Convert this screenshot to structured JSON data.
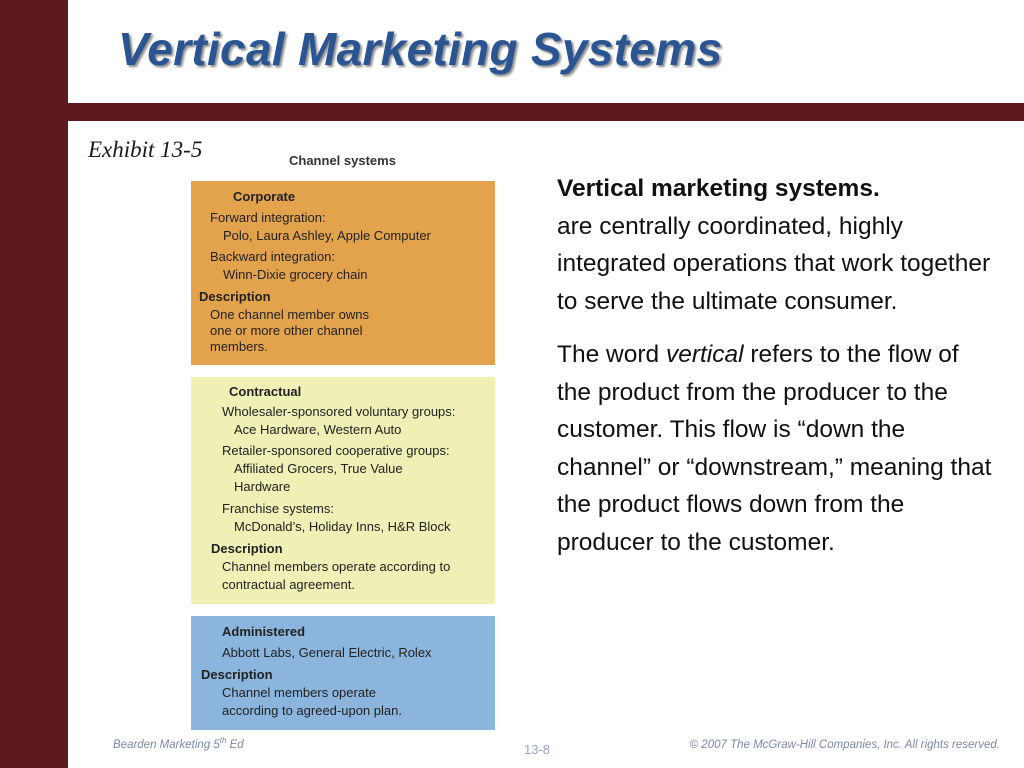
{
  "slide": {
    "title": "Vertical Marketing Systems",
    "colors": {
      "sidebar": "#5c1a1f",
      "title": "#2a5592",
      "corporate": "#e3a24c",
      "contractual": "#eff0b5",
      "administered": "#8bb5dc"
    }
  },
  "exhibit": {
    "label": "Exhibit 13-5",
    "figure_title": "Channel systems",
    "corporate": {
      "heading": "Corporate",
      "forward_label": "Forward integration:",
      "forward_examples": "Polo, Laura Ashley, Apple Computer",
      "backward_label": "Backward integration:",
      "backward_examples": "Winn-Dixie grocery chain",
      "description_heading": "Description",
      "description_lines": [
        "One channel member owns",
        "one or more other channel",
        "members."
      ]
    },
    "contractual": {
      "heading": "Contractual",
      "wholesaler_label": "Wholesaler-sponsored voluntary groups:",
      "wholesaler_examples": "Ace Hardware, Western Auto",
      "retailer_label": "Retailer-sponsored cooperative groups:",
      "retailer_examples_lines": [
        "Affiliated Grocers, True Value",
        "Hardware"
      ],
      "franchise_label": "Franchise systems:",
      "franchise_examples": "McDonald’s, Holiday Inns, H&R Block",
      "description_heading": "Description",
      "description_lines": [
        "Channel members operate according to",
        "contractual agreement."
      ]
    },
    "administered": {
      "heading": "Administered",
      "examples": "Abbott Labs, General Electric, Rolex",
      "description_heading": "Description",
      "description_lines": [
        "Channel members operate",
        "according to agreed-upon plan."
      ]
    }
  },
  "body": {
    "term": "Vertical marketing systems.",
    "definition": "are centrally coordinated, highly integrated operations that work together to serve the ultimate consumer.",
    "para2_before": "The word ",
    "para2_em": "vertical",
    "para2_after": " refers to the flow of the product from the producer to the customer. This flow is “down the channel” or “downstream,” meaning that the product flows down from the producer to the customer."
  },
  "footer": {
    "left_prefix": "Bearden Marketing 5",
    "left_sup": "th",
    "left_suffix": " Ed",
    "page": "13-8",
    "copyright": "© 2007  The McGraw-Hill Companies, Inc.  All rights reserved."
  }
}
